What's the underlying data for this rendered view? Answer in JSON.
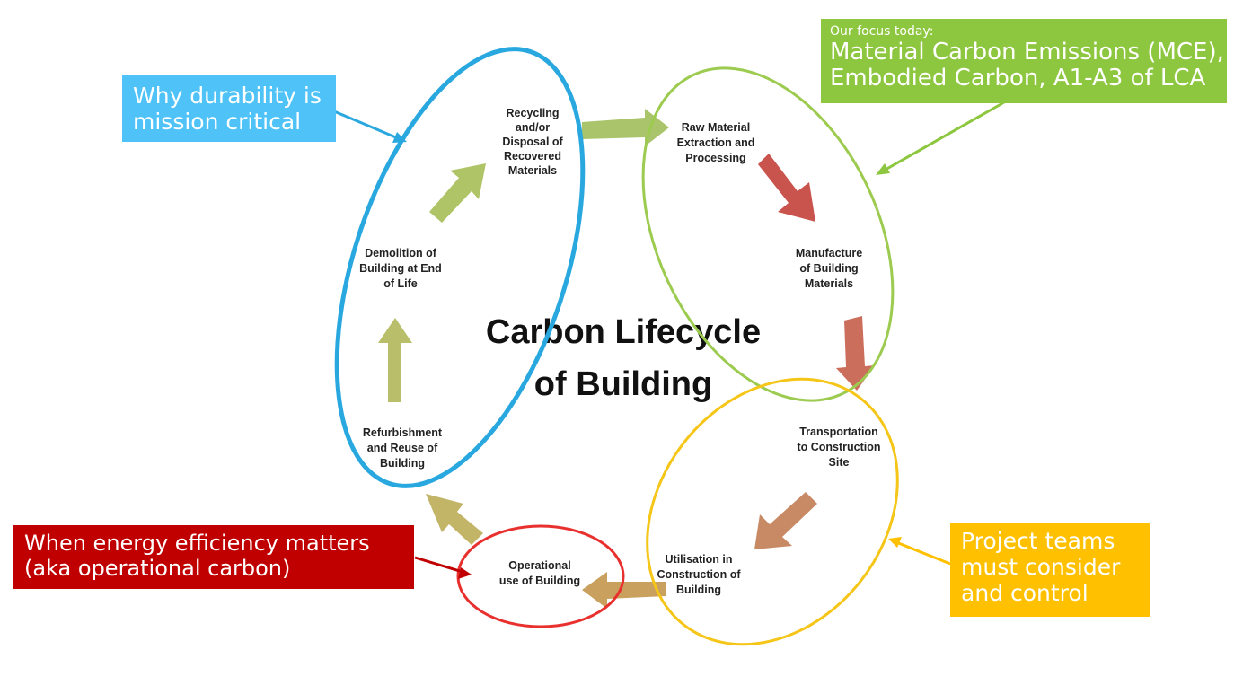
{
  "diagram": {
    "title_lines": [
      "Carbon Lifecycle",
      "of Building"
    ],
    "nodes": [
      {
        "id": "recycling",
        "lines": [
          "Recycling",
          "and/or",
          "Disposal of",
          "Recovered",
          "Materials"
        ]
      },
      {
        "id": "raw-material",
        "lines": [
          "Raw Material",
          "Extraction and",
          "Processing"
        ]
      },
      {
        "id": "manufacture",
        "lines": [
          "Manufacture",
          "of Building",
          "Materials"
        ]
      },
      {
        "id": "transportation",
        "lines": [
          "Transportation",
          "to Construction",
          "Site"
        ]
      },
      {
        "id": "utilisation",
        "lines": [
          "Utilisation in",
          "Construction of",
          "Building"
        ]
      },
      {
        "id": "operational",
        "lines": [
          "Operational",
          "use of Building"
        ]
      },
      {
        "id": "refurbishment",
        "lines": [
          "Refurbishment",
          "and Reuse of",
          "Building"
        ]
      },
      {
        "id": "demolition",
        "lines": [
          "Demolition of",
          "Building at End",
          "of Life"
        ]
      }
    ]
  },
  "callouts": {
    "blue": {
      "lines": [
        "Why durability is",
        "mission critical"
      ],
      "color": "#4FC3F7"
    },
    "green": {
      "small": "Our focus today:",
      "lines": [
        "Material Carbon Emissions (MCE),",
        "Embodied Carbon, A1-A3 of LCA"
      ],
      "color": "#8DC63F"
    },
    "red": {
      "lines": [
        "When energy efficiency matters",
        "(aka operational carbon)"
      ],
      "color": "#C00000"
    },
    "yellow": {
      "lines": [
        "Project teams",
        "must consider",
        "and control"
      ],
      "color": "#FFC000"
    }
  },
  "colors": {
    "ellipse_blue": "#29A8E0",
    "ellipse_green": "#9CCB50",
    "ellipse_yellow": "#F5C518",
    "ellipse_red": "#E8312F",
    "arrow_green": "#A9C46A",
    "arrow_red": "#C9534D",
    "arrow_tan": "#C9A05E"
  }
}
